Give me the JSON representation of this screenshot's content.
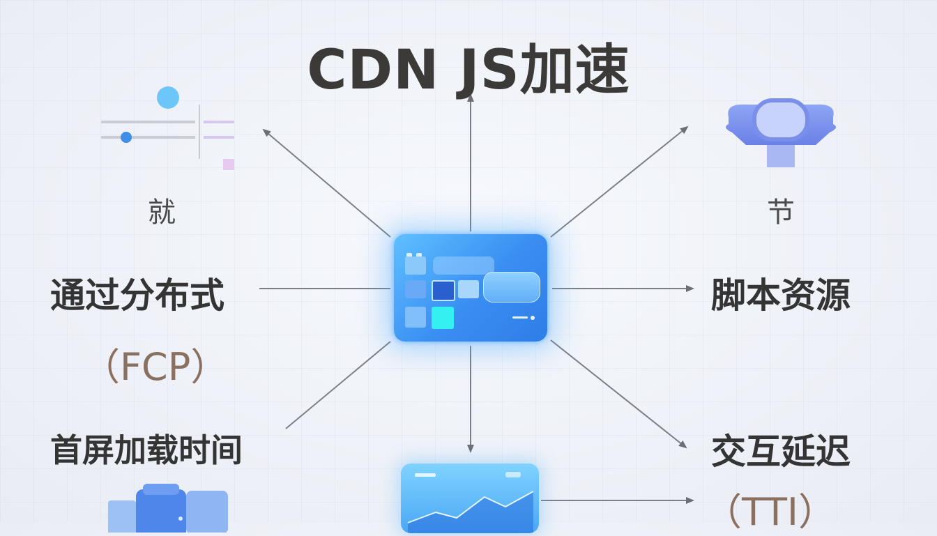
{
  "title": "CDN JS加速",
  "labels": {
    "top_left": "就",
    "top_right": "节",
    "left_1": "通过分布式",
    "left_2": "（FCP）",
    "left_3": "首屏加载时间",
    "right_1": "脚本资源",
    "right_2": "交互延迟",
    "right_3": "（TTI）"
  },
  "icons": {
    "top_left": "slider-lines-icon",
    "top_right": "ring-device-icon",
    "center": "dashboard-panel-icon",
    "bottom": "chart-panel-icon",
    "bottom_left": "server-box-icon"
  },
  "colors": {
    "accent": "#3a8ef2",
    "glow": "#5fc0ff",
    "text": "#343434",
    "muted": "#8a7060",
    "arrow": "#6b6e75"
  }
}
